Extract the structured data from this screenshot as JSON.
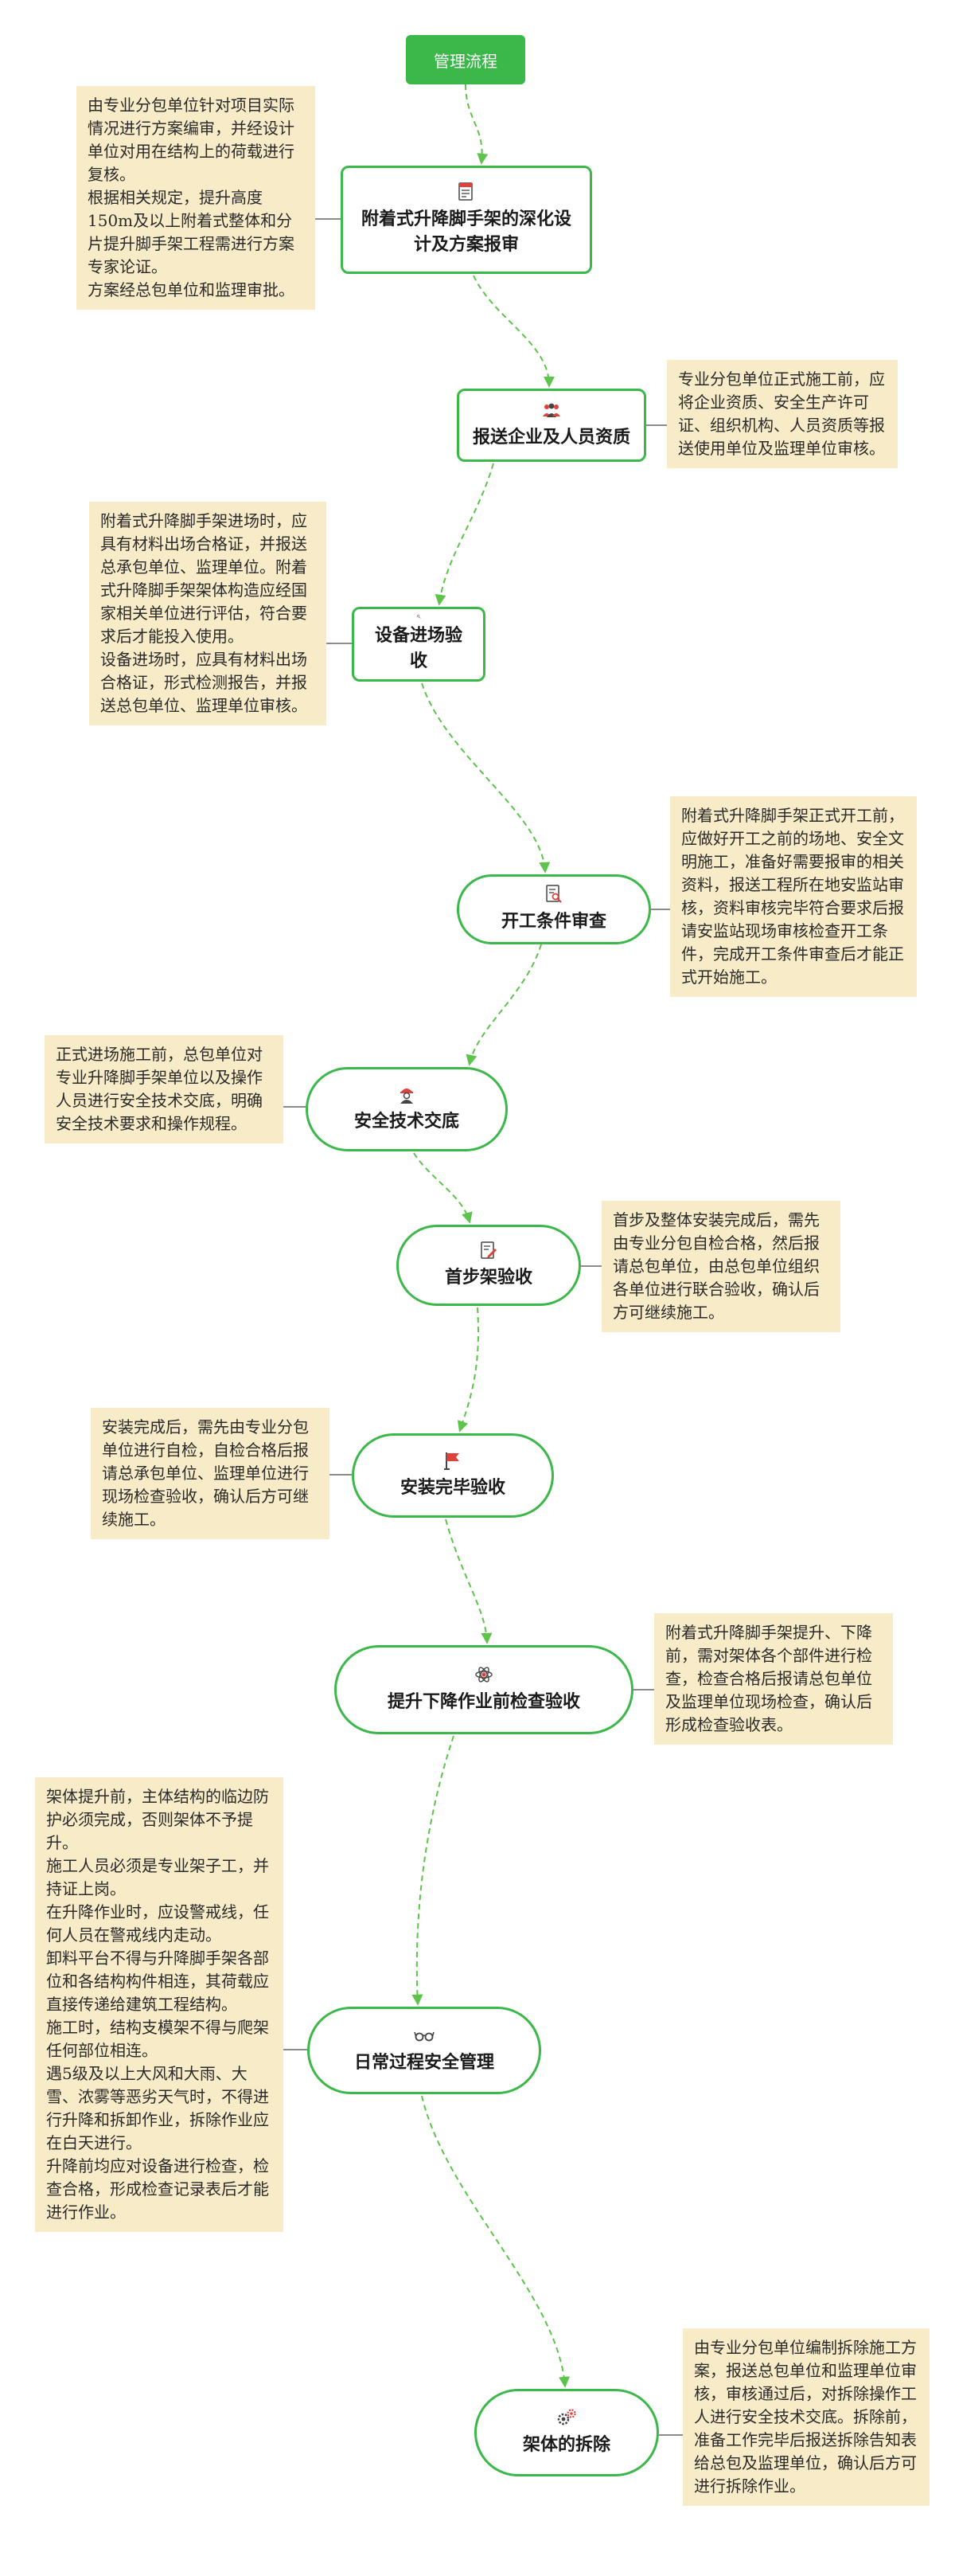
{
  "root": {
    "label": "管理流程"
  },
  "steps": [
    {
      "id": "s1",
      "label": "附着式升降脚手架的深化设计及方案报审",
      "icon": "document-icon"
    },
    {
      "id": "s2",
      "label": "报送企业及人员资质",
      "icon": "people-icon"
    },
    {
      "id": "s3",
      "label": "设备进场验收",
      "icon": "magnifier-icon"
    },
    {
      "id": "s4",
      "label": "开工条件审查",
      "icon": "document-search-icon"
    },
    {
      "id": "s5",
      "label": "安全技术交底",
      "icon": "worker-icon"
    },
    {
      "id": "s6",
      "label": "首步架验收",
      "icon": "document-edit-icon"
    },
    {
      "id": "s7",
      "label": "安装完毕验收",
      "icon": "flag-icon"
    },
    {
      "id": "s8",
      "label": "提升下降作业前检查验收",
      "icon": "atom-icon"
    },
    {
      "id": "s9",
      "label": "日常过程安全管理",
      "icon": "glasses-icon"
    },
    {
      "id": "s10",
      "label": "架体的拆除",
      "icon": "gears-icon"
    }
  ],
  "notes": [
    {
      "id": "n1",
      "lines": [
        "由专业分包单位针对项目实际情况进行方案编审，并经设计单位对用在结构上的荷载进行复核。",
        "根据相关规定，提升高度150m及以上附着式整体和分片提升脚手架工程需进行方案专家论证。",
        "方案经总包单位和监理审批。"
      ]
    },
    {
      "id": "n2",
      "lines": [
        "专业分包单位正式施工前，应将企业资质、安全生产许可证、组织机构、人员资质等报送使用单位及监理单位审核。"
      ]
    },
    {
      "id": "n3",
      "lines": [
        "附着式升降脚手架进场时，应具有材料出场合格证，并报送总承包单位、监理单位。附着式升降脚手架架体构造应经国家相关单位进行评估，符合要求后才能投入使用。",
        "设备进场时，应具有材料出场合格证，形式检测报告，并报送总包单位、监理单位审核。"
      ]
    },
    {
      "id": "n4",
      "lines": [
        "附着式升降脚手架正式开工前，应做好开工之前的场地、安全文明施工，准备好需要报审的相关资料，报送工程所在地安监站审核，资料审核完毕符合要求后报请安监站现场审核检查开工条件，完成开工条件审查后才能正式开始施工。"
      ]
    },
    {
      "id": "n5",
      "lines": [
        "正式进场施工前，总包单位对专业升降脚手架单位以及操作人员进行安全技术交底，明确安全技术要求和操作规程。"
      ]
    },
    {
      "id": "n6",
      "lines": [
        "首步及整体安装完成后，需先由专业分包自检合格，然后报请总包单位，由总包单位组织各单位进行联合验收，确认后方可继续施工。"
      ]
    },
    {
      "id": "n7",
      "lines": [
        "安装完成后，需先由专业分包单位进行自检，自检合格后报请总承包单位、监理单位进行现场检查验收，确认后方可继续施工。"
      ]
    },
    {
      "id": "n8",
      "lines": [
        "附着式升降脚手架提升、下降前，需对架体各个部件进行检查，检查合格后报请总包单位及监理单位现场检查，确认后形成检查验收表。"
      ]
    },
    {
      "id": "n9",
      "lines": [
        "架体提升前，主体结构的临边防护必须完成，否则架体不予提升。",
        "施工人员必须是专业架子工，并持证上岗。",
        "在升降作业时，应设警戒线，任何人员在警戒线内走动。",
        "卸料平台不得与升降脚手架各部位和各结构构件相连，其荷载应直接传递给建筑工程结构。",
        "施工时，结构支模架不得与爬架任何部位相连。",
        "遇5级及以上大风和大雨、大雪、浓雾等恶劣天气时，不得进行升降和拆卸作业，拆除作业应在白天进行。",
        "升降前均应对设备进行检查，检查合格，形成检查记录表后才能进行作业。"
      ]
    },
    {
      "id": "n10",
      "lines": [
        "由专业分包单位编制拆除施工方案，报送总包单位和监理单位审核，审核通过后，对拆除操作工人进行安全技术交底。拆除前，准备工作完毕后报送拆除告知表给总包及监理单位，确认后方可进行拆除作业。"
      ]
    }
  ],
  "colors": {
    "accent": "#3cb84a",
    "note_bg": "#f8ecc8",
    "connector": "#5cc44a",
    "icon_red": "#e0413a"
  }
}
